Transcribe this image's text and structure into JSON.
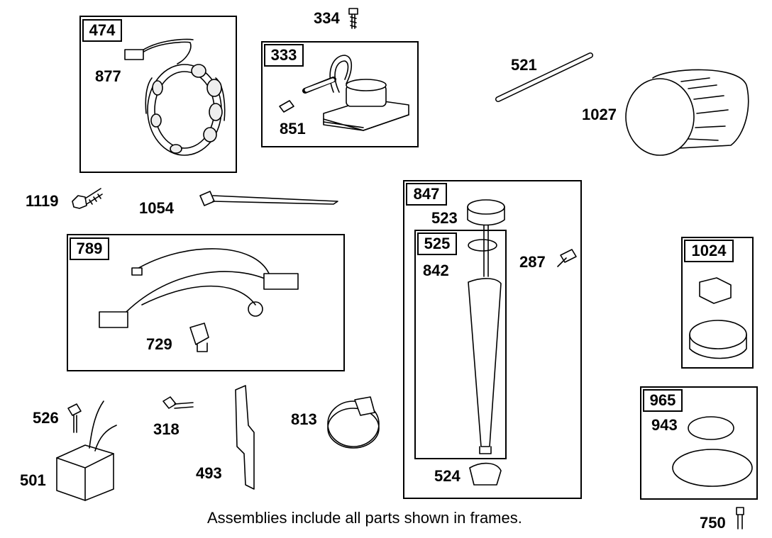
{
  "labels": {
    "f474": "474",
    "p877": "877",
    "p334": "334",
    "f333": "333",
    "p851": "851",
    "p521": "521",
    "p1027": "1027",
    "p1119": "1119",
    "p1054": "1054",
    "f789": "789",
    "p729": "729",
    "f847": "847",
    "p523": "523",
    "f525": "525",
    "p842": "842",
    "p287": "287",
    "f1024": "1024",
    "p526": "526",
    "p318": "318",
    "p813": "813",
    "p501": "501",
    "p493": "493",
    "p524": "524",
    "f965": "965",
    "p943": "943",
    "p750": "750"
  },
  "caption": "Assemblies include all parts shown in frames."
}
